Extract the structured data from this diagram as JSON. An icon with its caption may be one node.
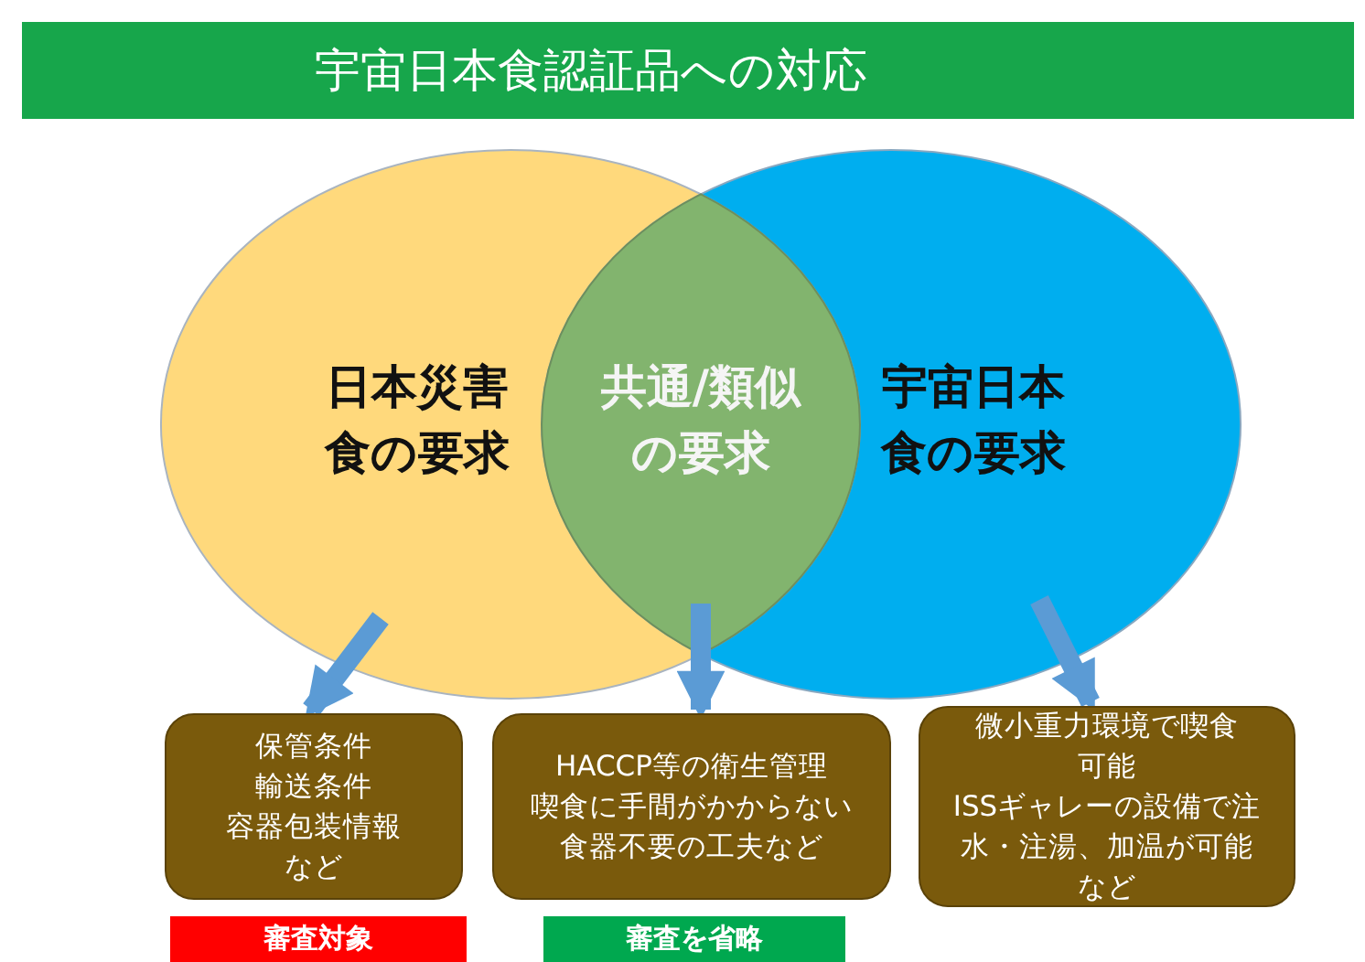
{
  "diagram": {
    "title": "宇宙日本食認証品への対応",
    "nodes": [
      {
        "text": [
          "日本災害食の要求"
        ]
      },
      {
        "text": [
          "共通/類似の要求"
        ]
      },
      {
        "text": [
          "宇宙日本食の要求"
        ]
      },
      {
        "text": [
          "保管条件輸送条件容器包装情報など"
        ]
      },
      {
        "text": [
          "HACCP等の衛生管理喫食に手間がかからない食器不要の工夫など"
        ]
      },
      {
        "text": [
          "微小重力環境で喫食可能ISSギャレーの設備で注水・注湯、加温が可能など"
        ]
      },
      {
        "text": [
          "審査対象"
        ]
      },
      {
        "text": [
          "審査を省略"
        ]
      }
    ],
    "edges": [
      {
        "from": 0,
        "to": 3,
        "arrow": "to"
      },
      {
        "from": 1,
        "to": 4,
        "arrow": "to"
      },
      {
        "from": 2,
        "to": 5,
        "arrow": "to"
      }
    ]
  }
}
